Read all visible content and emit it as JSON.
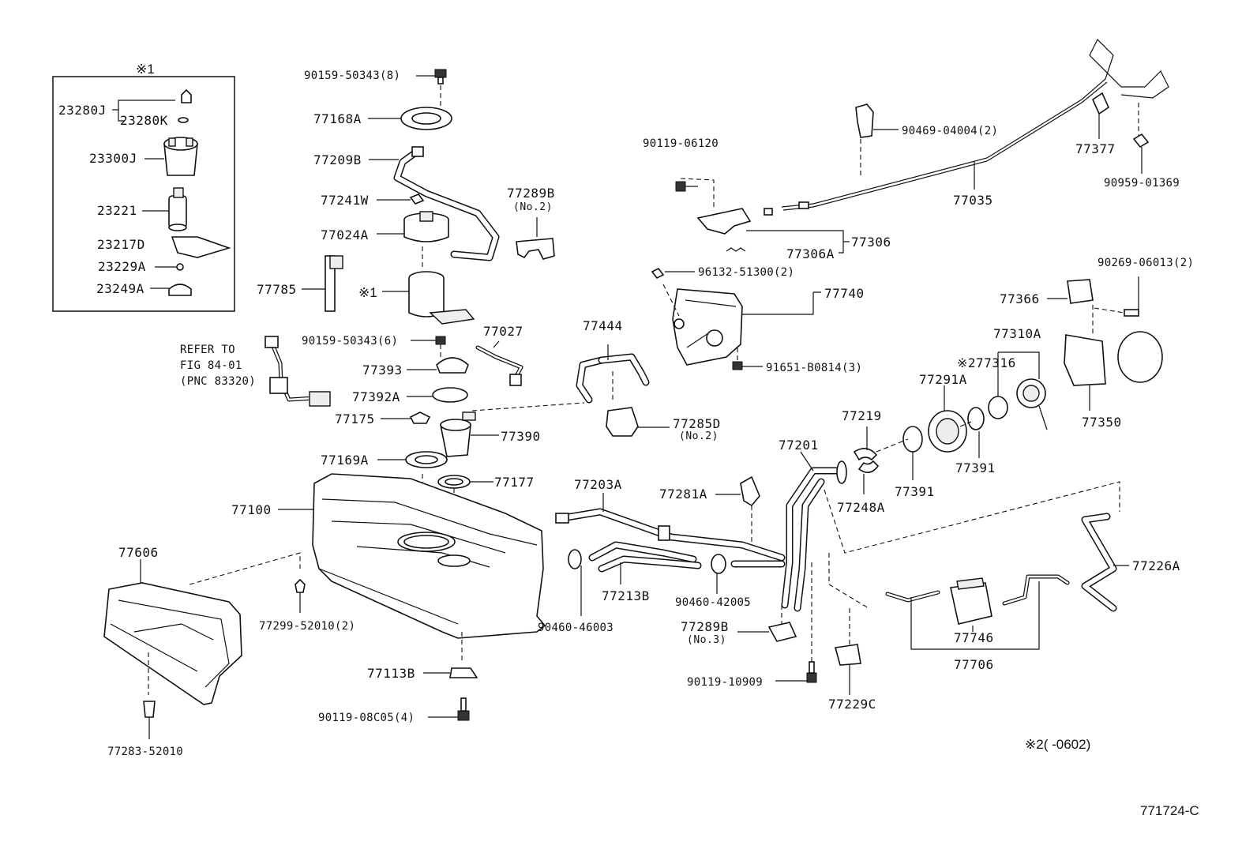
{
  "labels": {
    "p23280j": "23280J",
    "p23280k": "23280K",
    "p23300j": "23300J",
    "p23221": "23221",
    "p23217d": "23217D",
    "p23229a": "23229A",
    "p23249a": "23249A",
    "note_ref1": "※1",
    "note_ref1b": "※1",
    "p90159_50343_8": "90159-50343(8)",
    "p77168a": "77168A",
    "p77209b": "77209B",
    "p77241w": "77241W",
    "p77024a": "77024A",
    "p77785": "77785",
    "p90159_50343_6": "90159-50343(6)",
    "p77393": "77393",
    "p77392a": "77392A",
    "p77175": "77175",
    "p77390": "77390",
    "p77169a": "77169A",
    "p77177": "77177",
    "p77100": "77100",
    "p77027": "77027",
    "p77289b_no2": "77289B",
    "no2_a": "(No.2)",
    "refer_line1": "REFER TO",
    "refer_line2": "FIG 84-01",
    "refer_line3": "(PNC 83320)",
    "p77444": "77444",
    "p77285d": "77285D",
    "no2_b": "(No.2)",
    "p90119_06120": "90119-06120",
    "p90469_04004": "90469-04004(2)",
    "p77306a": "77306A",
    "p77306": "77306",
    "p96132_51300": "96132-51300(2)",
    "p77740": "77740",
    "p91651_b0814": "91651-B0814(3)",
    "p77035": "77035",
    "p77377": "77377",
    "p90959_01369": "90959-01369",
    "p90269_06013": "90269-06013(2)",
    "p77366": "77366",
    "p77310a": "77310A",
    "p77316": "※277316",
    "p77291a": "77291A",
    "p77350": "77350",
    "p77219": "77219",
    "p77201": "77201",
    "p77391_a": "77391",
    "p77391_b": "77391",
    "p77248a": "77248A",
    "p77203a": "77203A",
    "p77281a": "77281A",
    "p77226a": "77226A",
    "p77606": "77606",
    "p77213b": "77213B",
    "p90460_42005": "90460-42005",
    "p90460_46003": "90460-46003",
    "p77289b_no3": "77289B",
    "no3": "(No.3)",
    "p77299_52010": "77299-52010(2)",
    "p77113b": "77113B",
    "p90119_10909": "90119-10909",
    "p77229c": "77229C",
    "p90119_08c05": "90119-08C05(4)",
    "p77283_52010": "77283-52010",
    "p77746": "77746",
    "p77706": "77706",
    "note2": "※2(     -0602)",
    "fig_id": "771724-C"
  }
}
